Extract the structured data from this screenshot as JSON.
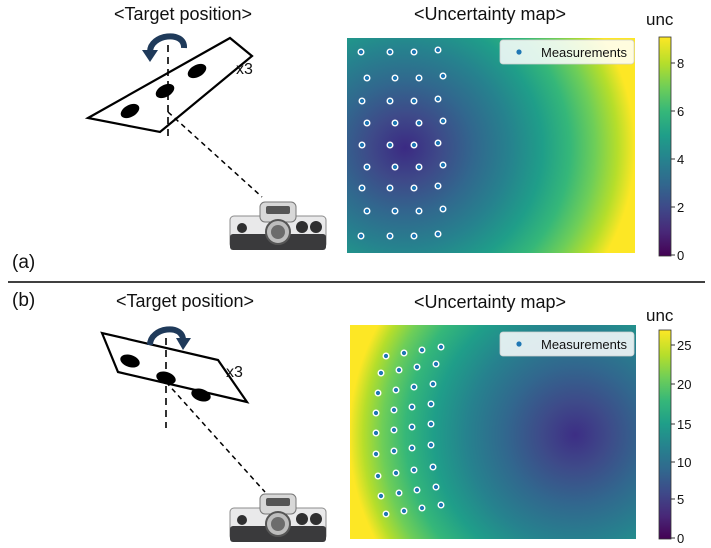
{
  "panel_a": {
    "label": "(a)",
    "target_title": "<Target position>",
    "map_title": "<Uncertainty map>",
    "repeat": "x3",
    "legend": "Measurements",
    "colorbar_title": "unc",
    "colorbar_ticks": [
      "0",
      "2",
      "4",
      "6",
      "8"
    ]
  },
  "panel_b": {
    "label": "(b)",
    "target_title": "<Target position>",
    "map_title": "<Uncertainty map>",
    "repeat": "x3",
    "legend": "Measurements",
    "colorbar_title": "unc",
    "colorbar_ticks": [
      "0",
      "5",
      "10",
      "15",
      "20",
      "25"
    ]
  },
  "colors": {
    "viridis": [
      "#440154",
      "#482878",
      "#3e4989",
      "#31688e",
      "#26828e",
      "#1f9e89",
      "#35b779",
      "#6ece58",
      "#b5de2b",
      "#fde725"
    ],
    "marker_fill": "#1f77b4",
    "marker_ring": "#ffffff"
  },
  "icons": [
    "rotation-arrow-icon",
    "camera-icon",
    "measurement-marker-icon"
  ]
}
